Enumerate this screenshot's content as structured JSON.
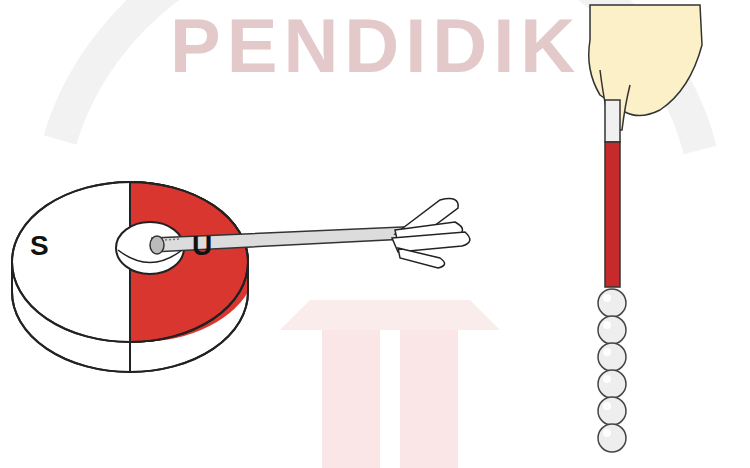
{
  "diagram": {
    "labels": [
      "PENDIDIK",
      "S",
      "U"
    ]
  }
}
